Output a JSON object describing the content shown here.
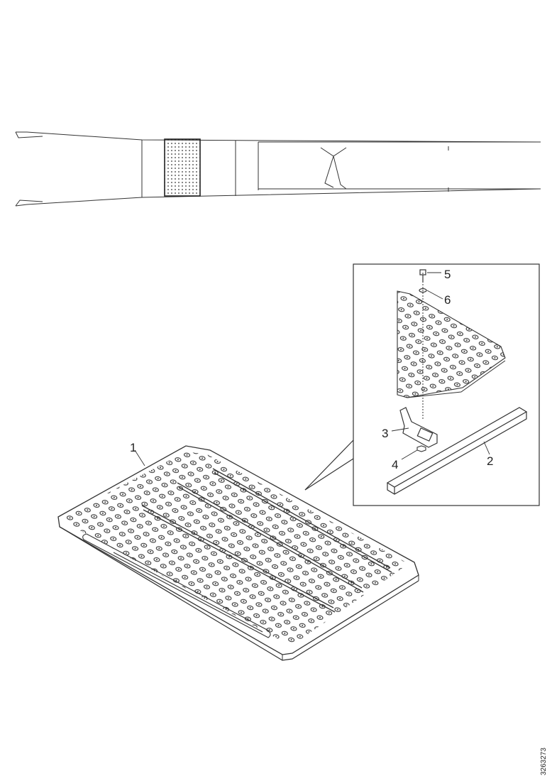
{
  "drawing": {
    "callouts": {
      "c1": "1",
      "c2": "2",
      "c3": "3",
      "c4": "4",
      "c5": "5",
      "c6": "6"
    },
    "document_id": "3263273"
  },
  "colors": {
    "line": "#333333",
    "paper": "#ffffff"
  },
  "icons": {
    "panel": "perforated-floor-panel-icon",
    "rail": "support-rail-icon",
    "bracket": "mounting-bracket-icon"
  }
}
